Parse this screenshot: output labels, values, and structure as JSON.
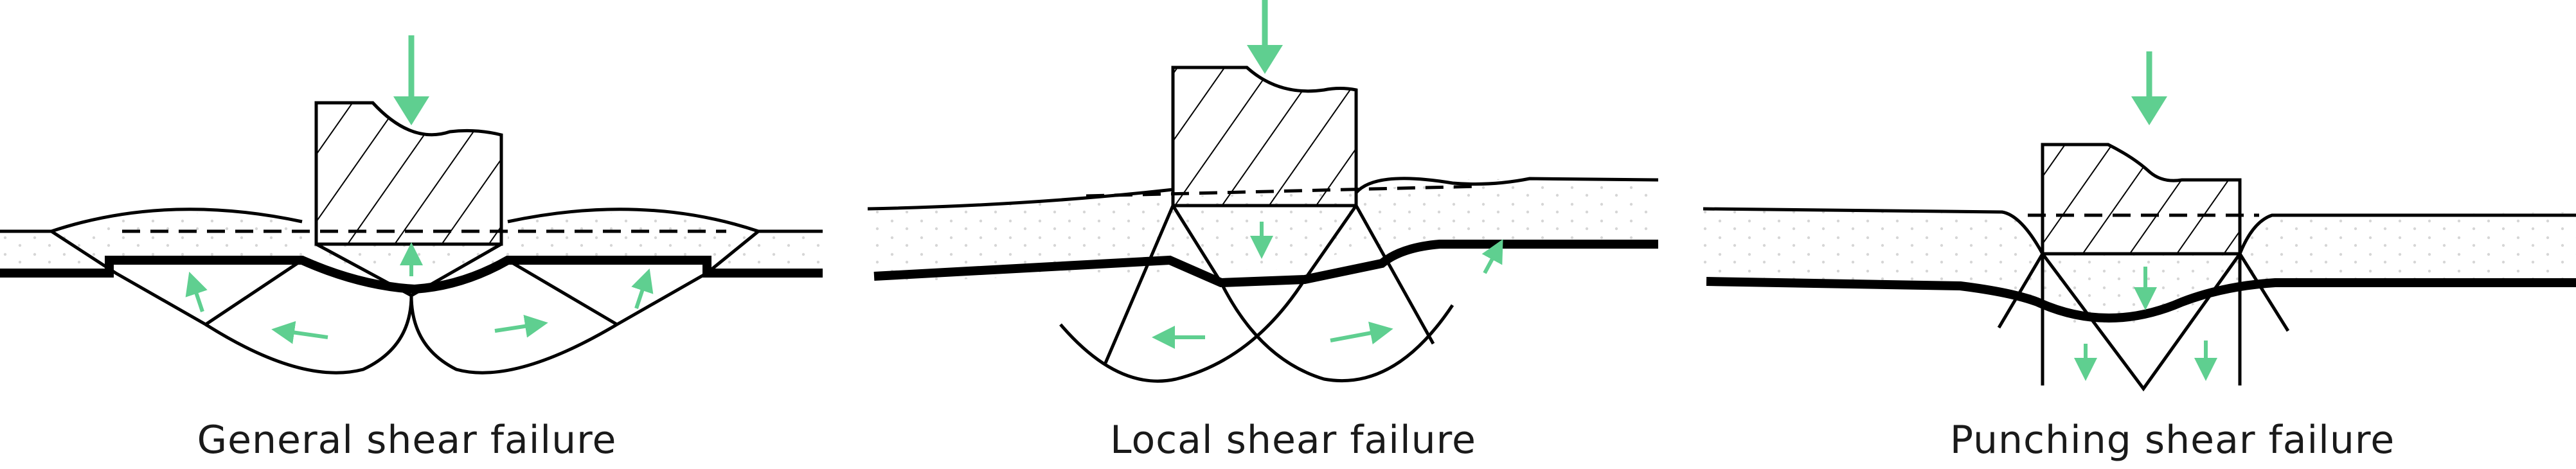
{
  "captions": {
    "general": "General shear failure",
    "local": "Local shear failure",
    "punching": "Punching shear failure"
  },
  "colors": {
    "arrow": "#5fcf90",
    "line": "#000000",
    "sand_dots": "#d6d6d6"
  },
  "icons": {
    "load_arrow": "down-arrow-icon",
    "soil_movement": "movement-arrow-icon"
  }
}
